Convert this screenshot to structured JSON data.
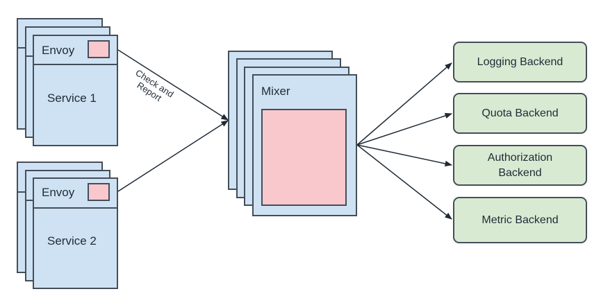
{
  "diagram": {
    "services": [
      {
        "name": "Service 1",
        "proxy": "Envoy"
      },
      {
        "name": "Service 2",
        "proxy": "Envoy"
      }
    ],
    "mixer": {
      "label": "Mixer"
    },
    "edge_label": {
      "line1": "Check and",
      "line2": "Report"
    },
    "backends": [
      {
        "label": "Logging Backend"
      },
      {
        "label": "Quota Backend"
      },
      {
        "label": "Authorization Backend",
        "line1": "Authorization",
        "line2": "Backend"
      },
      {
        "label": "Metric Backend"
      }
    ],
    "colors": {
      "service_fill": "#cfe2f3",
      "envoy_module_fill": "#f9c8cc",
      "backend_fill": "#d9ead3",
      "border": "#434e59"
    }
  }
}
